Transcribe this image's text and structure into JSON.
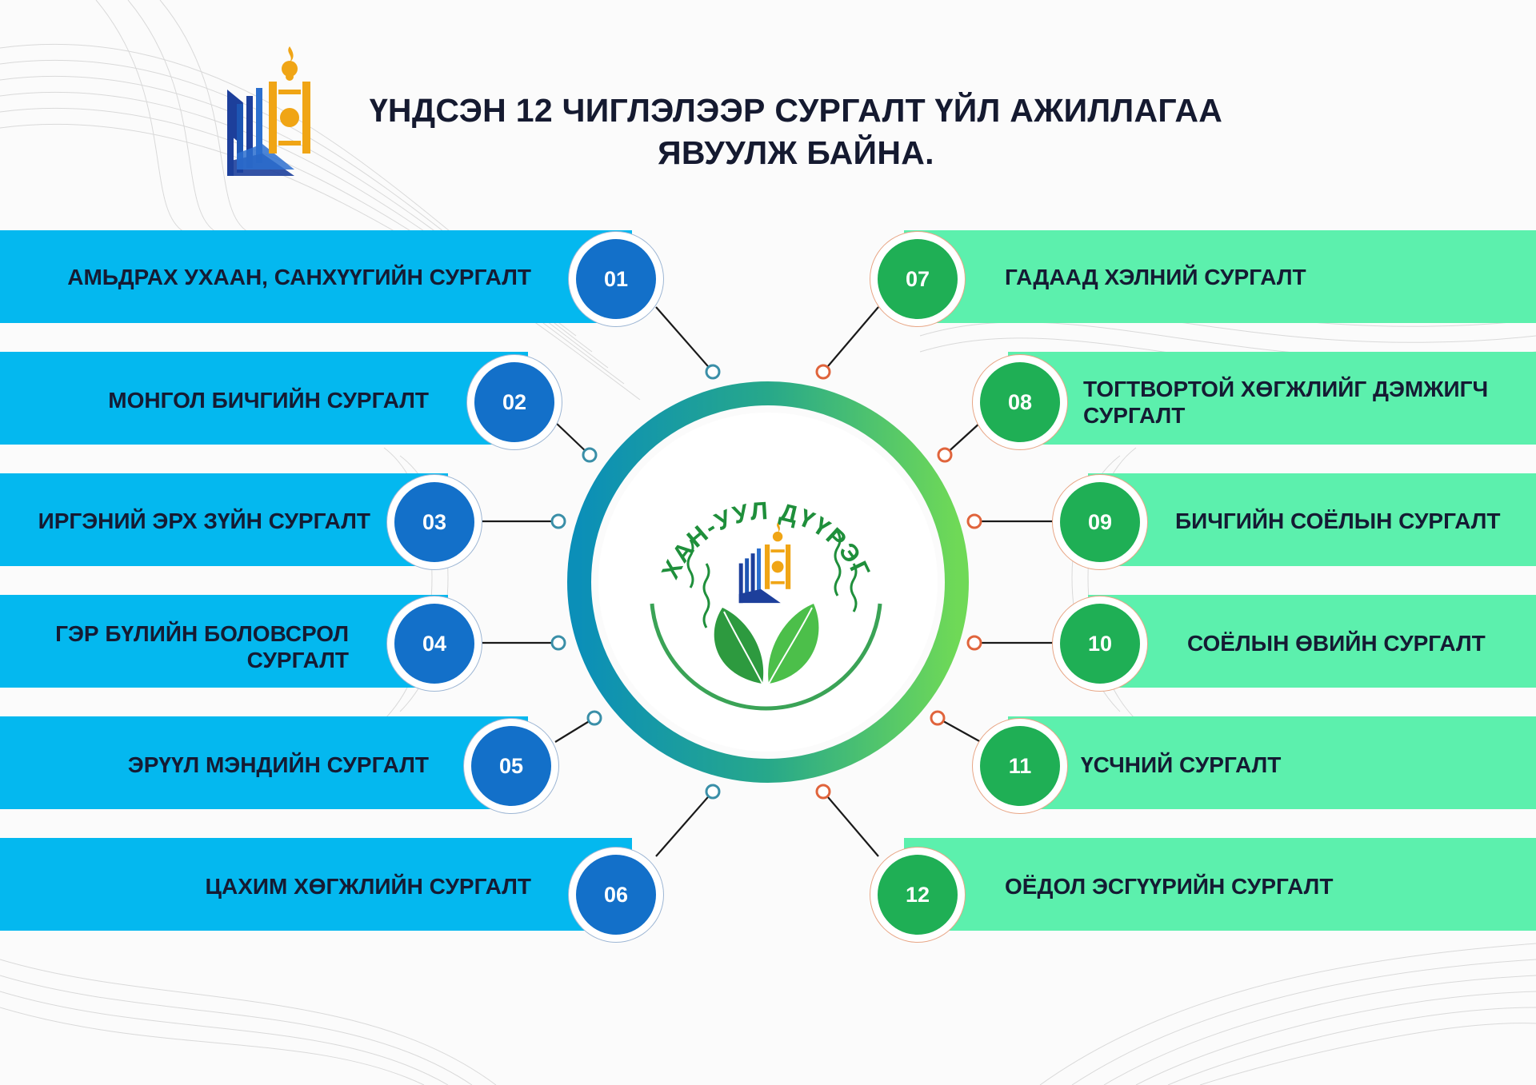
{
  "title": {
    "line1": "ҮНДСЭН 12 ЧИГЛЭЛЭЭР СУРГАЛТ ҮЙЛ АЖИЛЛАГАА",
    "line2": "ЯВУУЛЖ БАЙНА."
  },
  "emblem": {
    "arc_text": "ХАН-УУЛ ДҮҮРЭГ"
  },
  "colors": {
    "left_band": "#04b8ef",
    "right_band": "#5cf0ad",
    "left_circle": "#1370c9",
    "right_circle": "#1faf55",
    "title_text": "#151a30"
  },
  "directions": [
    {
      "num": "01",
      "label": "АМЬДРАХ УХААН, САНХҮҮГИЙН СУРГАЛТ"
    },
    {
      "num": "02",
      "label": "МОНГОЛ БИЧГИЙН СУРГАЛТ"
    },
    {
      "num": "03",
      "label": "ИРГЭНИЙ ЭРХ ЗҮЙН СУРГАЛТ"
    },
    {
      "num": "04",
      "label": "ГЭР БҮЛИЙН БОЛОВСРОЛ СУРГАЛТ"
    },
    {
      "num": "05",
      "label": "ЭРҮҮЛ МЭНДИЙН СУРГАЛТ"
    },
    {
      "num": "06",
      "label": "ЦАХИМ ХӨГЖЛИЙН СУРГАЛТ"
    },
    {
      "num": "07",
      "label": "ГАДААД ХЭЛНИЙ СУРГАЛТ"
    },
    {
      "num": "08",
      "label": "ТОГТВОРТОЙ ХӨГЖЛИЙГ ДЭМЖИГЧ СУРГАЛТ"
    },
    {
      "num": "09",
      "label": "БИЧГИЙН СОЁЛЫН СУРГАЛТ"
    },
    {
      "num": "10",
      "label": "СОЁЛЫН ӨВИЙН СУРГАЛТ"
    },
    {
      "num": "11",
      "label": "ҮСЧНИЙ СУРГАЛТ"
    },
    {
      "num": "12",
      "label": "ОЁДОЛ ЭСГҮҮРИЙН СУРГАЛТ"
    }
  ]
}
